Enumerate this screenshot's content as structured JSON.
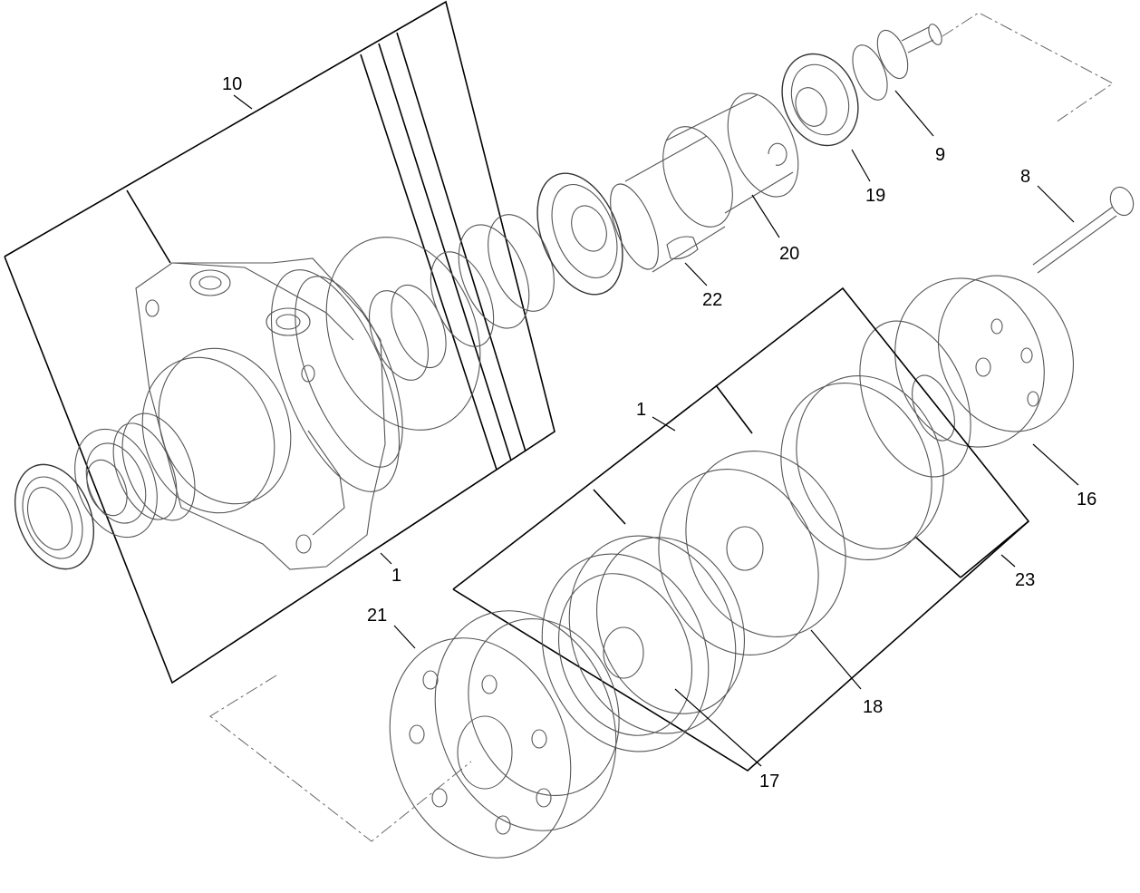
{
  "callouts": {
    "c10": "10",
    "c9": "9",
    "c8": "8",
    "c19": "19",
    "c20": "20",
    "c22": "22",
    "c1_housing": "1",
    "c1_kit": "1",
    "c16": "16",
    "c23": "23",
    "c21": "21",
    "c18": "18",
    "c17": "17"
  }
}
